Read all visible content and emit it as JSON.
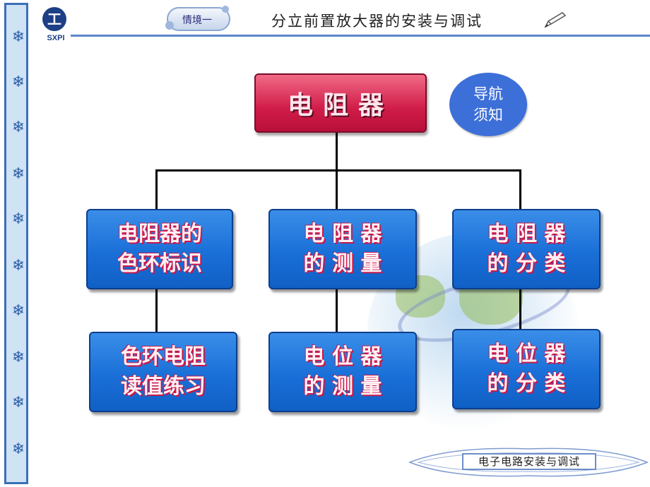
{
  "header": {
    "logo_text": "SXPI",
    "badge": "情境一",
    "title": "分立前置放大器的安装与调试"
  },
  "main": {
    "root": "电阻器",
    "nav": [
      "导航",
      "须知"
    ],
    "level1": [
      "电阻器的\n色环标识",
      "电 阻 器\n的 测 量",
      "电 阻 器\n的 分 类"
    ],
    "level2": [
      "色环电阻\n读值练习",
      "电 位 器\n的 测 量",
      "电 位 器\n的 分 类"
    ]
  },
  "footer": {
    "label": "电子电路安装与调试"
  },
  "colors": {
    "root_box": "#d01c48",
    "child_box": "#1a6fd8",
    "nav_button": "#3d6fd9",
    "accent_line": "#5a86c8"
  }
}
